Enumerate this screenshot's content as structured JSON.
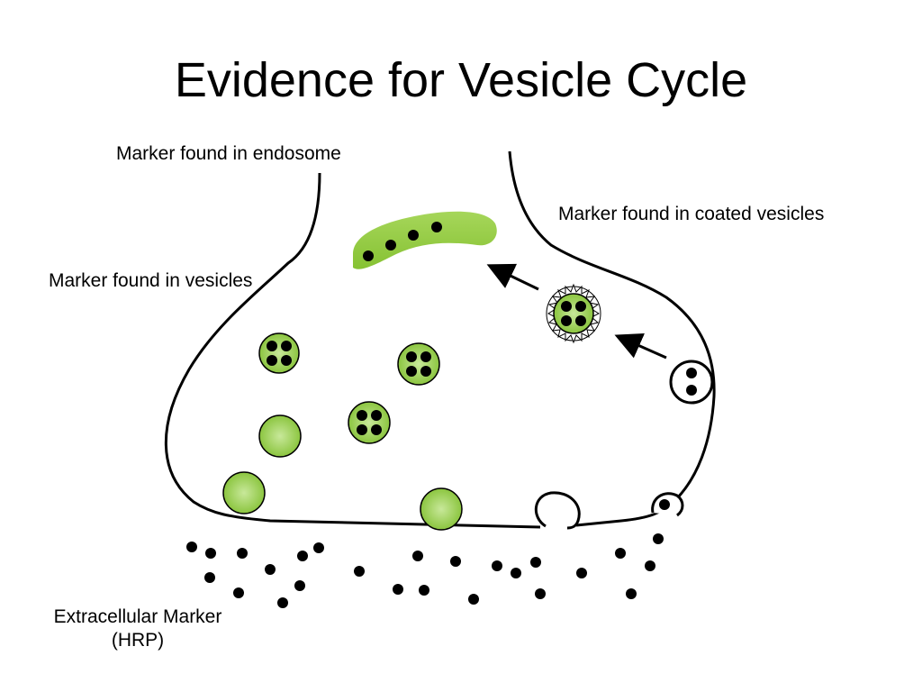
{
  "title": "Evidence for Vesicle Cycle",
  "labels": {
    "endosome": "Marker found in endosome",
    "coated_vesicles": "Marker found in coated vesicles",
    "vesicles": "Marker found in vesicles",
    "extracellular_line1": "Extracellular Marker",
    "extracellular_line2": "(HRP)"
  },
  "colors": {
    "vesicle_green": "#8bc53f",
    "vesicle_light": "#c8e89a",
    "outline": "#000000"
  }
}
